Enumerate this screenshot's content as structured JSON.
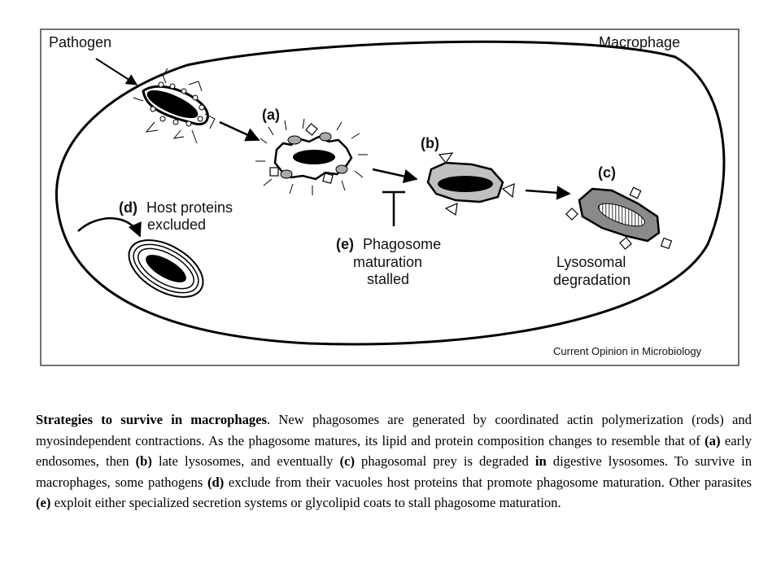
{
  "figure": {
    "labels": {
      "pathogen": "Pathogen",
      "macrophage": "Macrophage",
      "a": "(a)",
      "b": "(b)",
      "c": "(c)",
      "d_tag": "(d)",
      "d_line1": "Host proteins",
      "d_line2": "excluded",
      "e_tag": "(e)",
      "e_line1": "Phagosome",
      "e_line2": "maturation",
      "e_line3": "stalled",
      "lyso_line1": "Lysosomal",
      "lyso_line2": "degradation",
      "credit": "Current Opinion in Microbiology"
    }
  },
  "caption": {
    "title": "Strategies to survive in macrophages",
    "s1": ". New phagosomes are generated by coordinated actin polymerization (rods) and myosindependent contractions. As the phagosome matures, its lipid and protein composition changes to resemble that of ",
    "a": "(a)",
    "s2": " early endosomes, then ",
    "b": "(b)",
    "s3": " late lysosomes, and eventually ",
    "c": "(c)",
    "s4": " phagosomal prey is degraded ",
    "in": "in",
    "s5": " digestive lysosomes. To survive in macrophages, some pathogens ",
    "d": "(d)",
    "s6": " exclude from their vacuoles host proteins that promote phagosome maturation. Other parasites ",
    "e": "(e)",
    "s7": " exploit either specialized secretion systems or glycolipid coats to stall phagosome maturation."
  }
}
